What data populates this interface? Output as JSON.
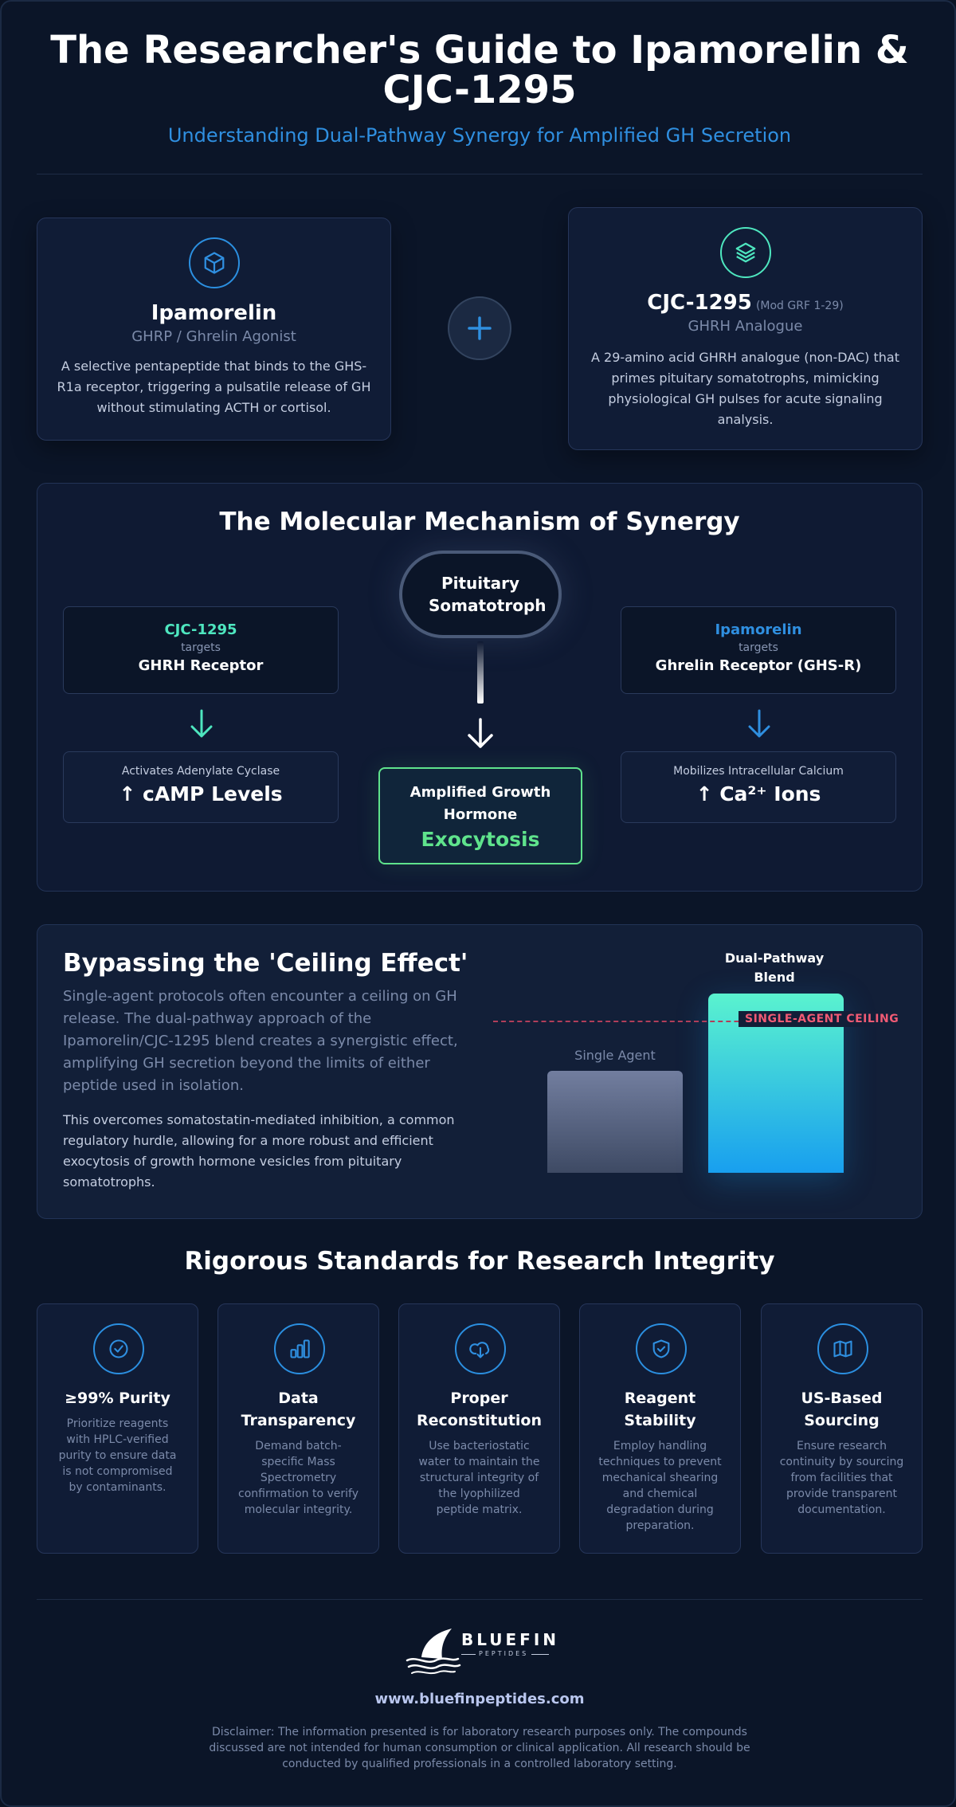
{
  "header": {
    "title": "The Researcher's Guide to Ipamorelin & CJC-1295",
    "subtitle": "Understanding Dual-Pathway Synergy for Amplified GH Secretion"
  },
  "peptides": {
    "ipamorelin": {
      "icon": "cube-icon",
      "name": "Ipamorelin",
      "subtitle": "GHRP / Ghrelin Agonist",
      "description": "A selective pentapeptide that binds to the GHS-R1a receptor, triggering a pulsatile release of GH without stimulating ACTH or cortisol."
    },
    "plus_symbol": "+",
    "cjc": {
      "icon": "layers-icon",
      "name": "CJC-1295",
      "name_note": "(Mod GRF 1-29)",
      "subtitle": "GHRH Analogue",
      "description": "A 29-amino acid GHRH analogue (non-DAC) that primes pituitary somatotrophs, mimicking physiological GH pulses for acute signaling analysis."
    }
  },
  "mechanism": {
    "title": "The Molecular Mechanism of Synergy",
    "center_node": "Pituitary Somatotroph",
    "left": {
      "agent": "CJC-1295",
      "targets_label": "targets",
      "receptor": "GHRH Receptor",
      "effect_label": "Activates Adenylate Cyclase",
      "effect_value": "↑ cAMP Levels"
    },
    "right": {
      "agent": "Ipamorelin",
      "targets_label": "targets",
      "receptor": "Ghrelin Receptor (GHS-R)",
      "effect_label": "Mobilizes Intracellular Calcium",
      "effect_value": "↑ Ca²⁺ Ions"
    },
    "result": {
      "line1": "Amplified Growth Hormone",
      "line2": "Exocytosis"
    },
    "colors": {
      "cjc": "#4ee6bf",
      "ipamorelin": "#2f8fe0",
      "result": "#5fe38c"
    }
  },
  "ceiling": {
    "title": "Bypassing the 'Ceiling Effect'",
    "paragraph1": "Single-agent protocols often encounter a ceiling on GH release. The dual-pathway approach of the Ipamorelin/CJC-1295 blend creates a synergistic effect, amplifying GH secretion beyond the limits of either peptide used in isolation.",
    "paragraph2": "This overcomes somatostatin-mediated inhibition, a common regulatory hurdle, allowing for a more robust and efficient exocytosis of growth hormone vesicles from pituitary somatotrophs.",
    "chart": {
      "ceiling_label": "SINGLE-AGENT CEILING",
      "bars": [
        {
          "label": "Single Agent",
          "relative_height": 0.57
        },
        {
          "label": "Dual-Pathway Blend",
          "relative_height": 1.0
        }
      ],
      "ceiling_level": 0.85
    }
  },
  "standards": {
    "title": "Rigorous Standards for Research Integrity",
    "items": [
      {
        "icon": "check-circle-icon",
        "title": "≥99% Purity",
        "description": "Prioritize reagents with HPLC-verified purity to ensure data is not compromised by contaminants."
      },
      {
        "icon": "bar-chart-icon",
        "title": "Data Transparency",
        "description": "Demand batch-specific Mass Spectrometry confirmation to verify molecular integrity."
      },
      {
        "icon": "cloud-download-icon",
        "title": "Proper Reconstitution",
        "description": "Use bacteriostatic water to maintain the structural integrity of the lyophilized peptide matrix."
      },
      {
        "icon": "shield-check-icon",
        "title": "Reagent Stability",
        "description": "Employ handling techniques to prevent mechanical shearing and chemical degradation during preparation."
      },
      {
        "icon": "map-icon",
        "title": "US-Based Sourcing",
        "description": "Ensure research continuity by sourcing from facilities that provide transparent documentation."
      }
    ]
  },
  "footer": {
    "brand": "BLUEFIN",
    "brand_sub": "PEPTIDES",
    "url": "www.bluefinpeptides.com",
    "disclaimer": "Disclaimer: The information presented is for laboratory research purposes only. The compounds discussed are not intended for human consumption or clinical application. All research should be conducted by qualified professionals in a controlled laboratory setting."
  }
}
